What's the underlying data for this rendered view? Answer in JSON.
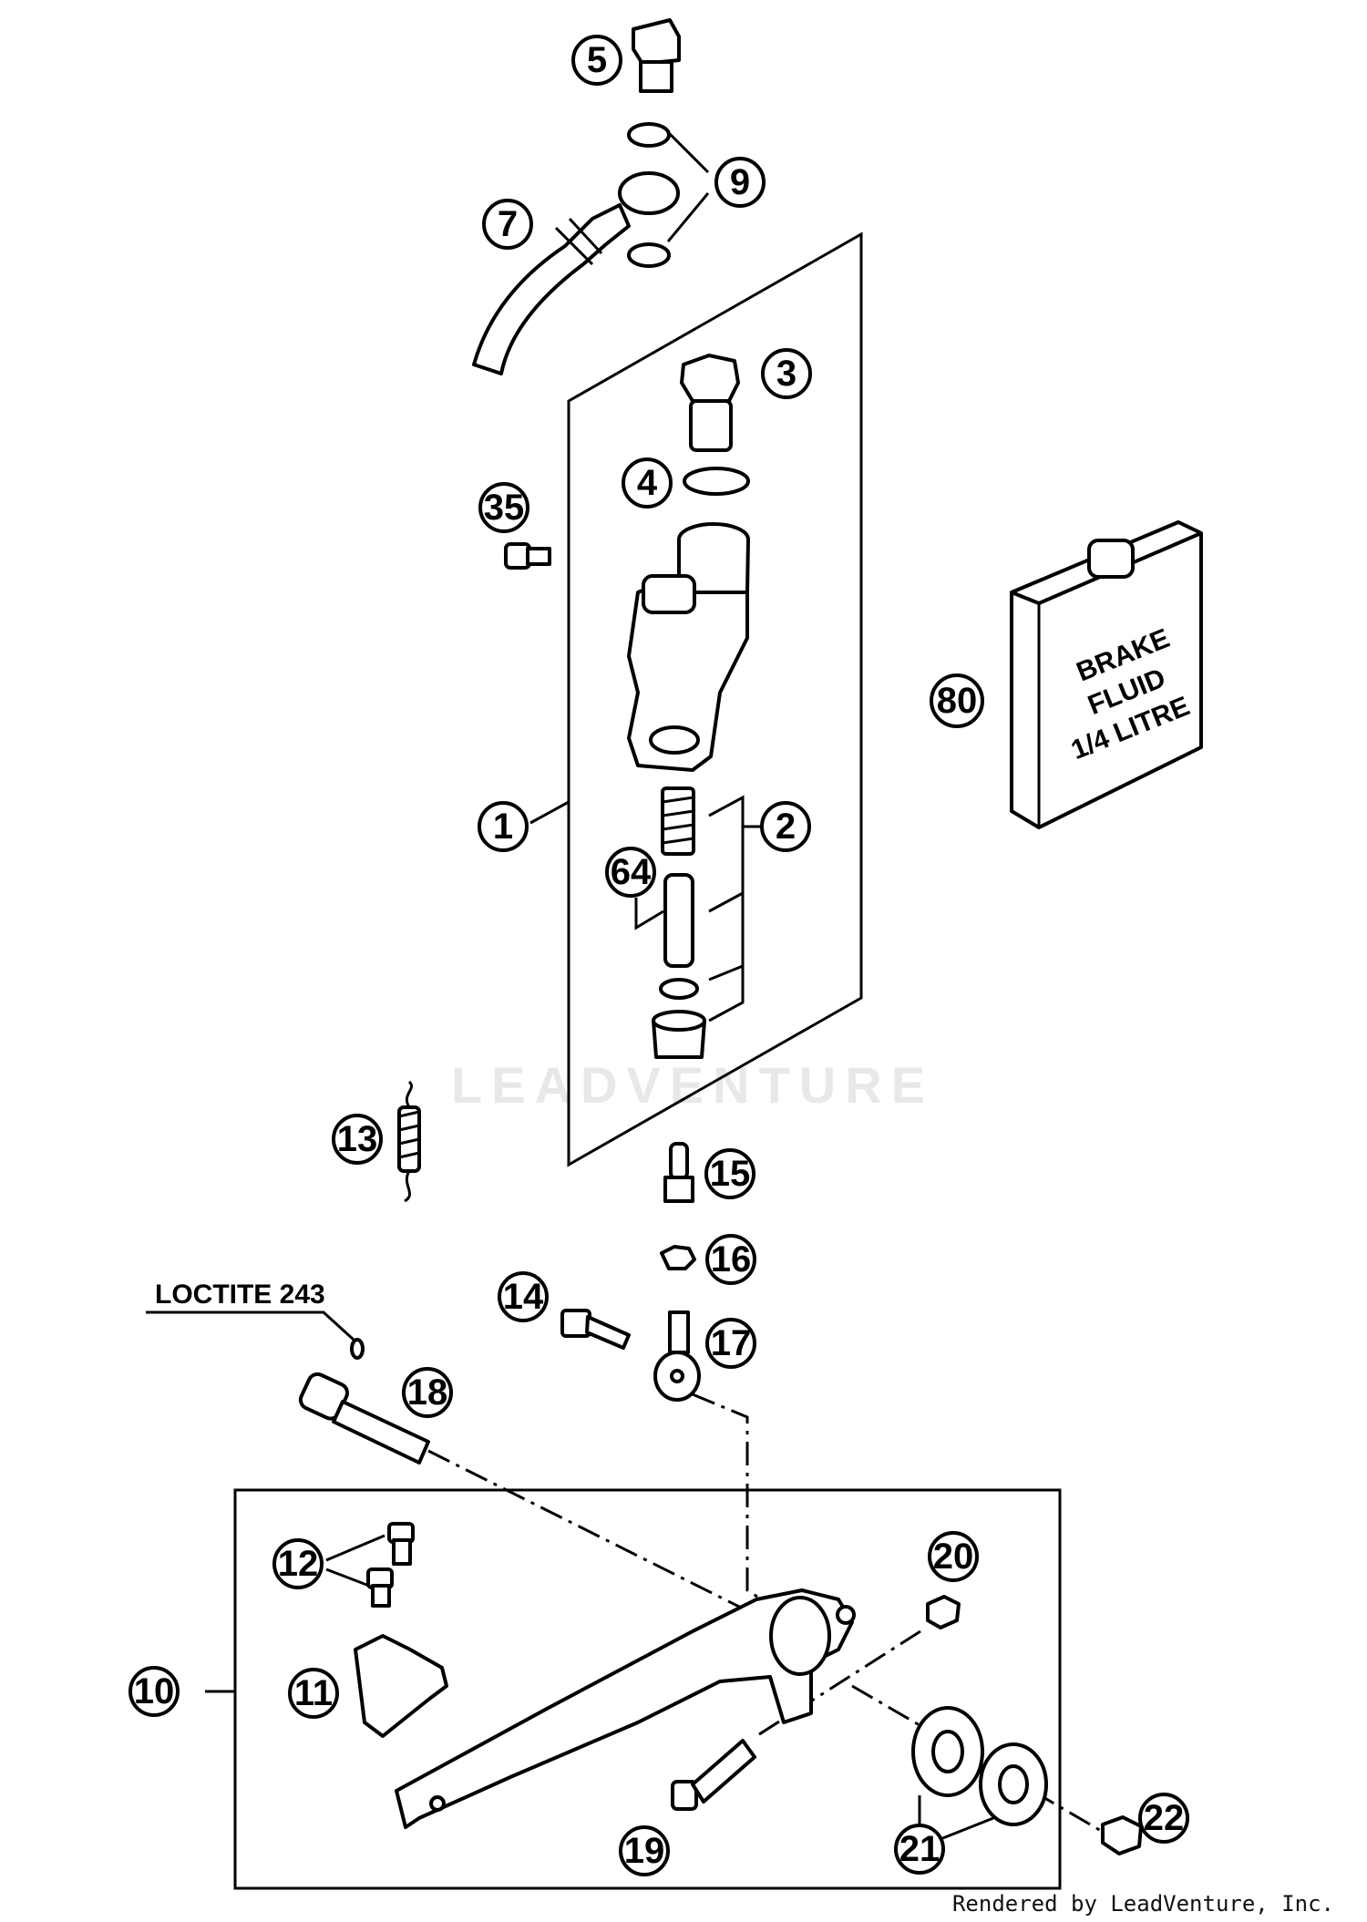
{
  "watermark": "LEADVENTURE",
  "credit": "Rendered by LeadVenture, Inc.",
  "loctite_label": "LOCTITE 243",
  "brake_fluid": {
    "line1": "BRAKE",
    "line2": "FLUID",
    "line3": "1/4 LITRE"
  },
  "callouts": {
    "c1": "1",
    "c2": "2",
    "c3": "3",
    "c4": "4",
    "c5": "5",
    "c7": "7",
    "c9": "9",
    "c10": "10",
    "c11": "11",
    "c12": "12",
    "c13": "13",
    "c14": "14",
    "c15": "15",
    "c16": "16",
    "c17": "17",
    "c18": "18",
    "c19": "19",
    "c20": "20",
    "c21": "21",
    "c22": "22",
    "c35": "35",
    "c64": "64",
    "c80": "80"
  }
}
